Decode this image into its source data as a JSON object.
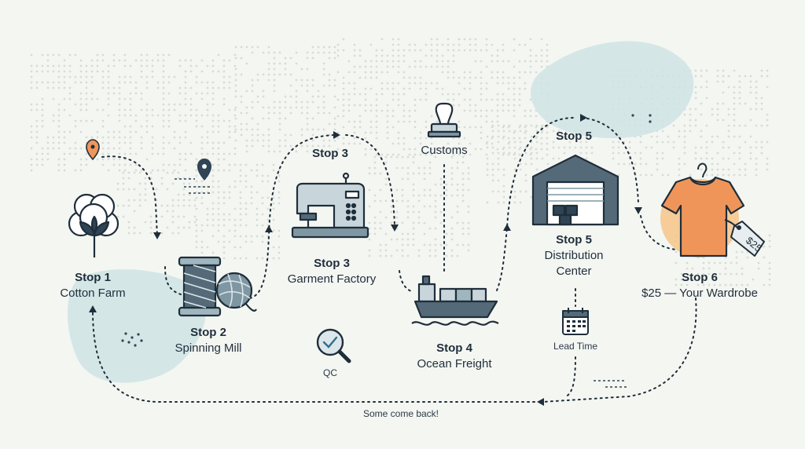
{
  "stops": [
    {
      "stop": "Stop 1",
      "name": "Cotton Farm"
    },
    {
      "stop": "Stop 2",
      "name": "Spinning Mill"
    },
    {
      "stop": "Stop 3",
      "name": "Garment Factory"
    },
    {
      "stop": "Stop 4",
      "name": "Ocean Freight"
    },
    {
      "stop": "Stop 5",
      "name": "Distribution Center"
    },
    {
      "stop": "Stop 6",
      "name": "$25 — Your Wardrobe"
    }
  ],
  "top_labels": {
    "stop3": "Stop 3",
    "customs": "Customs",
    "stop5": "Stop 5"
  },
  "distribution_name_lines": [
    "Distribution",
    "Center"
  ],
  "annotations": {
    "qc": "QC",
    "lead_time": "Lead Time",
    "return_note": "Some come back!",
    "price_tag": "$25"
  },
  "colors": {
    "ink": "#1f2e3a",
    "accent_orange": "#f0955a",
    "blob_blue": "#cfe3e5",
    "tag_fill": "#e8eef0"
  },
  "icons": [
    "map-pin-icon",
    "cotton-plant-icon",
    "thread-spool-icon",
    "yarn-ball-icon",
    "sewing-machine-icon",
    "rubber-stamp-icon",
    "cargo-ship-icon",
    "warehouse-icon",
    "calendar-icon",
    "magnifier-check-icon",
    "t-shirt-icon",
    "price-tag-icon",
    "hanger-icon"
  ]
}
